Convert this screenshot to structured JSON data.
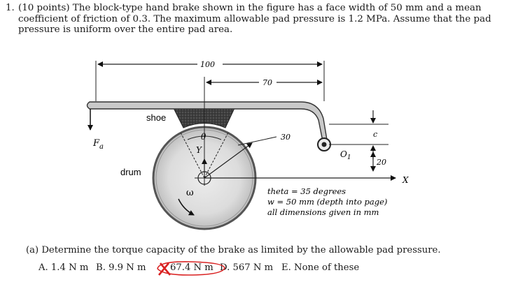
{
  "problem": {
    "number": "1.",
    "text": "(10 points) The block-type hand brake shown in the figure has a face width of 50 mm and a mean coefficient of friction of 0.3. The maximum allowable pad pressure is 1.2 MPa. Assume that the pad pressure is uniform over the entire pad area."
  },
  "figure": {
    "labels": {
      "shoe": "shoe",
      "drum": "drum",
      "fa": "F",
      "fa_sub": "a",
      "theta": "θ",
      "y": "Y",
      "omega": "ω",
      "o1": "O",
      "o1_sub": "1",
      "x": "X",
      "c": "c"
    },
    "dimensions": {
      "d100": "100",
      "d70": "70",
      "d30": "30",
      "d20": "20"
    },
    "notes": {
      "line1": "theta = 35 degrees",
      "line2": "w = 50 mm (depth into page)",
      "line3": "all dimensions given in mm"
    }
  },
  "part_a": {
    "question": "(a) Determine the torque capacity of the brake as limited by the allowable pad pressure.",
    "choices": [
      {
        "letter": "A.",
        "value": "1.4 N m"
      },
      {
        "letter": "B.",
        "value": "9.9 N m"
      },
      {
        "letter": "C.",
        "value": "67.4 N m"
      },
      {
        "letter": "D.",
        "value": "567 N m"
      },
      {
        "letter": "E.",
        "value": "None of these"
      }
    ],
    "marked_choice": "C",
    "mark_color": "#d92020"
  }
}
